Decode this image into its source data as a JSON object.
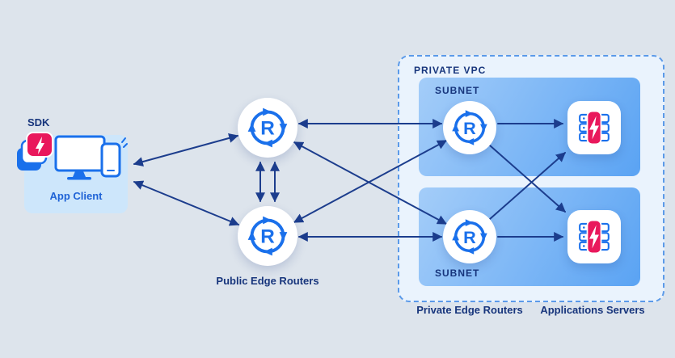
{
  "diagram": {
    "client": {
      "sdk_label": "SDK",
      "label": "App Client"
    },
    "public_routers": {
      "caption": "Public Edge Routers"
    },
    "vpc": {
      "label": "PRIVATE VPC",
      "subnets": [
        {
          "label": "SUBNET"
        },
        {
          "label": "SUBNET"
        }
      ],
      "private_routers_caption": "Private Edge Routers",
      "app_servers_caption": "Applications Servers"
    }
  },
  "icons": {
    "router_letter": "R",
    "router": "circular-arrows-router-icon",
    "app_server": "server-stack-with-lightning-icon",
    "sdk_stack": "layered-cards-with-lightning-icon",
    "client_devices": "desktop-monitor-and-phone-icon"
  },
  "colors": {
    "background": "#dde4ec",
    "navy_label": "#17357c",
    "arrow": "#1c3d8d",
    "primary_blue": "#1a70eb",
    "accent_pink": "#e9185c",
    "client_box_fill": "#cde6fb",
    "vpc_fill": "#eaf3fd",
    "vpc_border": "#5b9ae9",
    "subnet_gradient_start": "#a4cdf9",
    "subnet_gradient_end": "#5aa3f3",
    "app_client_text": "#1f63d6"
  }
}
